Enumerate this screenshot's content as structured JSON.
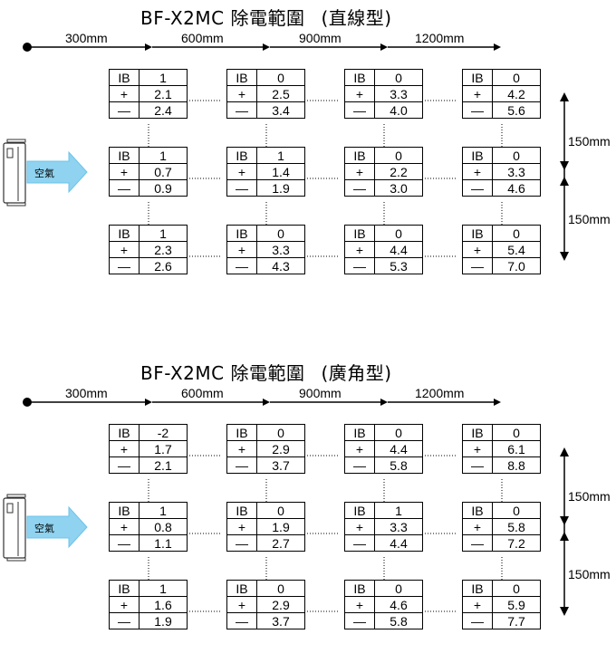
{
  "sections": [
    {
      "title": "BF-X2MC 除電範圍",
      "subtitle": "(直線型)",
      "distances": [
        "300mm",
        "600mm",
        "900mm",
        "1200mm"
      ],
      "vertical_labels": [
        "150mm",
        "150mm"
      ],
      "air_label": "空氣",
      "cell_labels": {
        "ib": "IB",
        "plus": "+",
        "minus": "—"
      },
      "grid": [
        [
          {
            "ib": "1",
            "plus": "2.1",
            "minus": "2.4"
          },
          {
            "ib": "0",
            "plus": "2.5",
            "minus": "3.4"
          },
          {
            "ib": "0",
            "plus": "3.3",
            "minus": "4.0"
          },
          {
            "ib": "0",
            "plus": "4.2",
            "minus": "5.6"
          }
        ],
        [
          {
            "ib": "1",
            "plus": "0.7",
            "minus": "0.9"
          },
          {
            "ib": "1",
            "plus": "1.4",
            "minus": "1.9"
          },
          {
            "ib": "0",
            "plus": "2.2",
            "minus": "3.0"
          },
          {
            "ib": "0",
            "plus": "3.3",
            "minus": "4.6"
          }
        ],
        [
          {
            "ib": "1",
            "plus": "2.3",
            "minus": "2.6"
          },
          {
            "ib": "0",
            "plus": "3.3",
            "minus": "4.3"
          },
          {
            "ib": "0",
            "plus": "4.4",
            "minus": "5.3"
          },
          {
            "ib": "0",
            "plus": "5.4",
            "minus": "7.0"
          }
        ]
      ]
    },
    {
      "title": "BF-X2MC 除電範圍",
      "subtitle": "(廣角型)",
      "distances": [
        "300mm",
        "600mm",
        "900mm",
        "1200mm"
      ],
      "vertical_labels": [
        "150mm",
        "150mm"
      ],
      "air_label": "空氣",
      "cell_labels": {
        "ib": "IB",
        "plus": "+",
        "minus": "—"
      },
      "grid": [
        [
          {
            "ib": "-2",
            "plus": "1.7",
            "minus": "2.1"
          },
          {
            "ib": "0",
            "plus": "2.9",
            "minus": "3.7"
          },
          {
            "ib": "0",
            "plus": "4.4",
            "minus": "5.8"
          },
          {
            "ib": "0",
            "plus": "6.1",
            "minus": "8.8"
          }
        ],
        [
          {
            "ib": "1",
            "plus": "0.8",
            "minus": "1.1"
          },
          {
            "ib": "0",
            "plus": "1.9",
            "minus": "2.7"
          },
          {
            "ib": "1",
            "plus": "3.3",
            "minus": "4.4"
          },
          {
            "ib": "0",
            "plus": "5.8",
            "minus": "7.2"
          }
        ],
        [
          {
            "ib": "1",
            "plus": "1.6",
            "minus": "1.9"
          },
          {
            "ib": "0",
            "plus": "2.9",
            "minus": "3.7"
          },
          {
            "ib": "0",
            "plus": "4.6",
            "minus": "5.8"
          },
          {
            "ib": "0",
            "plus": "5.9",
            "minus": "7.7"
          }
        ]
      ]
    }
  ]
}
